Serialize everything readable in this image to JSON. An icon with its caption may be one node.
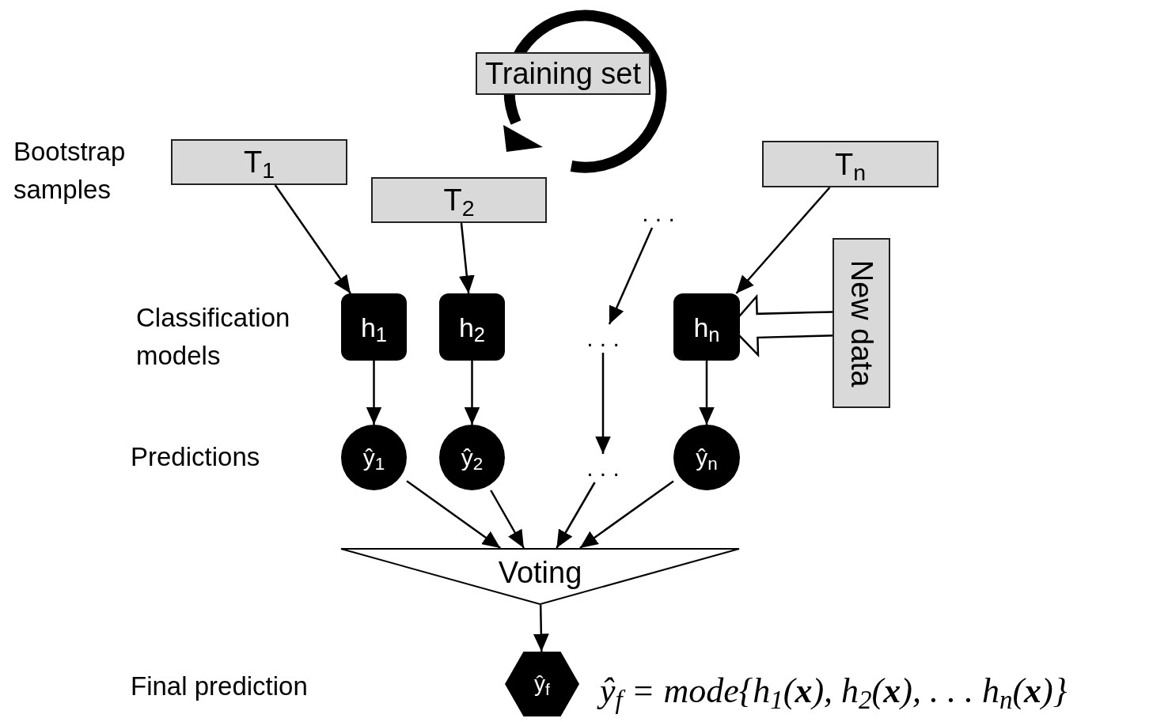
{
  "diagram": {
    "nodes": [
      {
        "text": [
          "Training set"
        ]
      },
      {
        "text": [
          "T$_{1}$"
        ]
      },
      {
        "text": [
          "T$_{2}$"
        ]
      },
      {
        "text": [
          "T$_{n}$"
        ]
      },
      {
        "text": [
          ". . ."
        ]
      },
      {
        "text": [
          "h$_{1}$"
        ]
      },
      {
        "text": [
          "h$_{2}$"
        ]
      },
      {
        "text": [
          ". . ."
        ]
      },
      {
        "text": [
          "h$_{n}$"
        ]
      },
      {
        "text": [
          "New data"
        ]
      },
      {
        "text": [
          "ŷ$_{1}$"
        ]
      },
      {
        "text": [
          "ŷ$_{2}$"
        ]
      },
      {
        "text": [
          ". . ."
        ]
      },
      {
        "text": [
          "ŷ$_{n}$"
        ]
      },
      {
        "text": [
          "Voting"
        ]
      },
      {
        "text": [
          "ŷ$_{f}$"
        ]
      }
    ],
    "edges": [
      {
        "from": 1,
        "to": 5,
        "arrow": "to"
      },
      {
        "from": 2,
        "to": 6,
        "arrow": "to"
      },
      {
        "from": 4,
        "to": 7,
        "arrow": "to"
      },
      {
        "from": 3,
        "to": 8,
        "arrow": "to"
      },
      {
        "from": 9,
        "to": 8,
        "arrow": "to",
        "style": "thick"
      },
      {
        "from": 5,
        "to": 10,
        "arrow": "to"
      },
      {
        "from": 6,
        "to": 11,
        "arrow": "to"
      },
      {
        "from": 7,
        "to": 12,
        "arrow": "to"
      },
      {
        "from": 8,
        "to": 13,
        "arrow": "to"
      },
      {
        "from": 10,
        "to": 14,
        "arrow": "to"
      },
      {
        "from": 11,
        "to": 14,
        "arrow": "to"
      },
      {
        "from": 12,
        "to": 14,
        "arrow": "to"
      },
      {
        "from": 13,
        "to": 14,
        "arrow": "to"
      },
      {
        "from": 14,
        "to": 15,
        "arrow": "to"
      }
    ],
    "labels": [
      "Bootstrap samples",
      "Classification models",
      "Predictions",
      "Final prediction",
      "ŷ$_{f}$ = mode{h$_{1}$(**x**), h$_{2}$(**x**), . . . h$_{n}$(**x**)}"
    ]
  }
}
